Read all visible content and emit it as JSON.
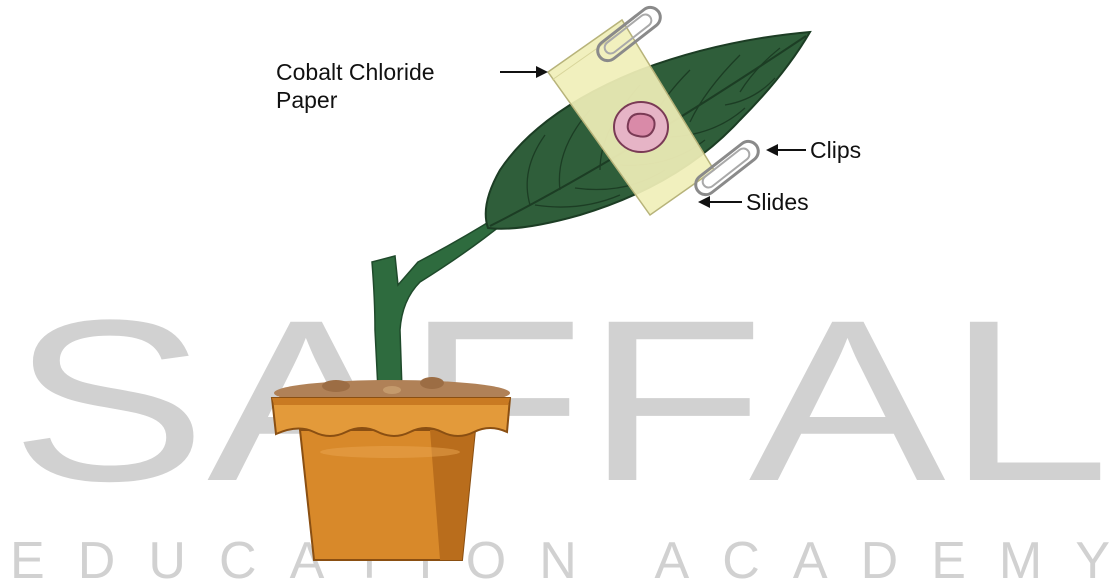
{
  "labels": {
    "cobalt_line1": "Cobalt Chloride",
    "cobalt_line2": "Paper",
    "clips": "Clips",
    "slides": "Slides"
  },
  "watermark": {
    "main": "SAFFAL",
    "sub": "EDUCATION ACADEMY"
  },
  "colors": {
    "leaf": "#2f5e3a",
    "leaf_vein": "#1c3d24",
    "stem": "#2e6b3e",
    "slide": "#f0efb8",
    "cobalt_spot": "#e6b4c6",
    "pot": "#d8892a",
    "soil": "#b08157"
  }
}
